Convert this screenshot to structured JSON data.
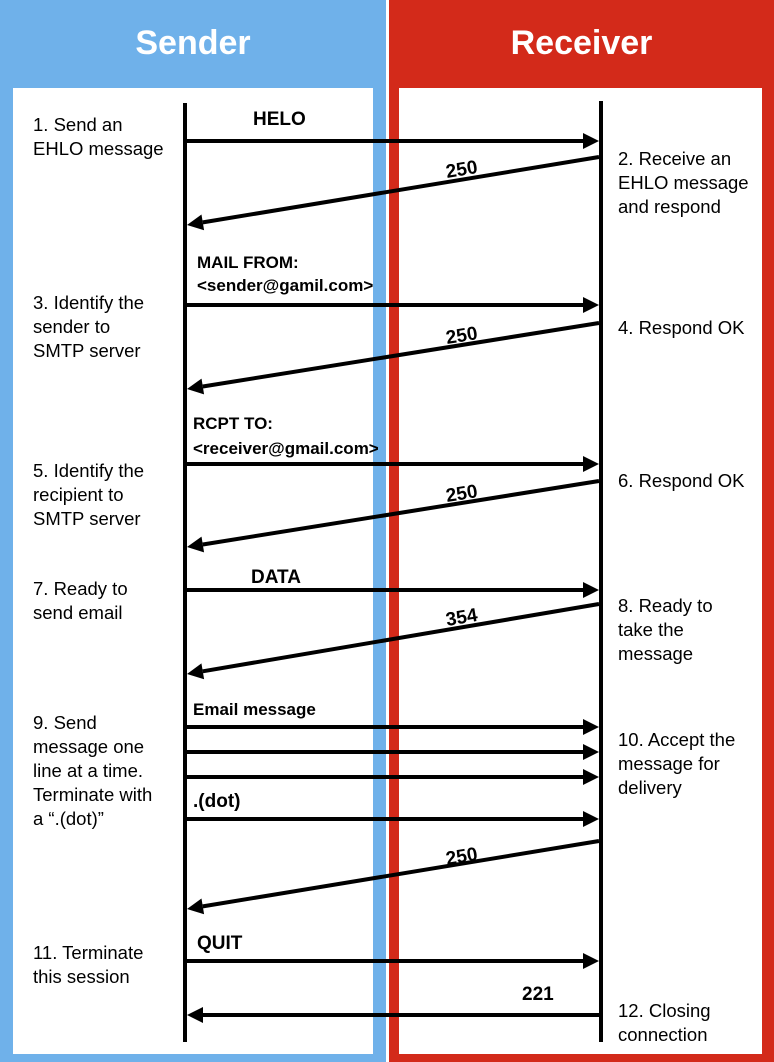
{
  "colors": {
    "sender": "#6fb1ea",
    "receiver": "#d32a1a",
    "line": "#000000"
  },
  "sender": {
    "title": "Sender",
    "steps": [
      [
        "1. Send an",
        "EHLO message"
      ],
      [
        "3. Identify the",
        "sender to",
        "SMTP server"
      ],
      [
        "5. Identify the",
        "recipient to",
        "SMTP server"
      ],
      [
        "7. Ready to",
        "send email"
      ],
      [
        "9. Send",
        "message one",
        "line at a time.",
        "Terminate with",
        "a “.(dot)”"
      ],
      [
        "11. Terminate",
        "this session"
      ]
    ]
  },
  "receiver": {
    "title": "Receiver",
    "steps": [
      [
        "2. Receive an",
        "EHLO message",
        "and respond"
      ],
      [
        "4. Respond OK"
      ],
      [
        "6. Respond OK"
      ],
      [
        "8. Ready to",
        "take the",
        "message"
      ],
      [
        "10. Accept the",
        "message for",
        "delivery"
      ],
      [
        "12. Closing",
        "connection"
      ]
    ]
  },
  "messages": [
    {
      "dir": "right",
      "lines": [
        "HELO"
      ]
    },
    {
      "dir": "left",
      "lines": [
        "250"
      ]
    },
    {
      "dir": "right",
      "lines": [
        "MAIL FROM:",
        "<sender@gamil.com>"
      ]
    },
    {
      "dir": "left",
      "lines": [
        "250"
      ]
    },
    {
      "dir": "right",
      "lines": [
        "RCPT TO:",
        "<receiver@gmail.com>"
      ]
    },
    {
      "dir": "left",
      "lines": [
        "250"
      ]
    },
    {
      "dir": "right",
      "lines": [
        "DATA"
      ]
    },
    {
      "dir": "left",
      "lines": [
        "354"
      ]
    },
    {
      "dir": "right",
      "lines": [
        "Email message"
      ]
    },
    {
      "dir": "right",
      "lines": []
    },
    {
      "dir": "right",
      "lines": []
    },
    {
      "dir": "right",
      "lines": [
        ".(dot)"
      ]
    },
    {
      "dir": "left",
      "lines": [
        "250"
      ]
    },
    {
      "dir": "right",
      "lines": [
        "QUIT"
      ]
    },
    {
      "dir": "left",
      "lines": [
        "221"
      ]
    }
  ]
}
